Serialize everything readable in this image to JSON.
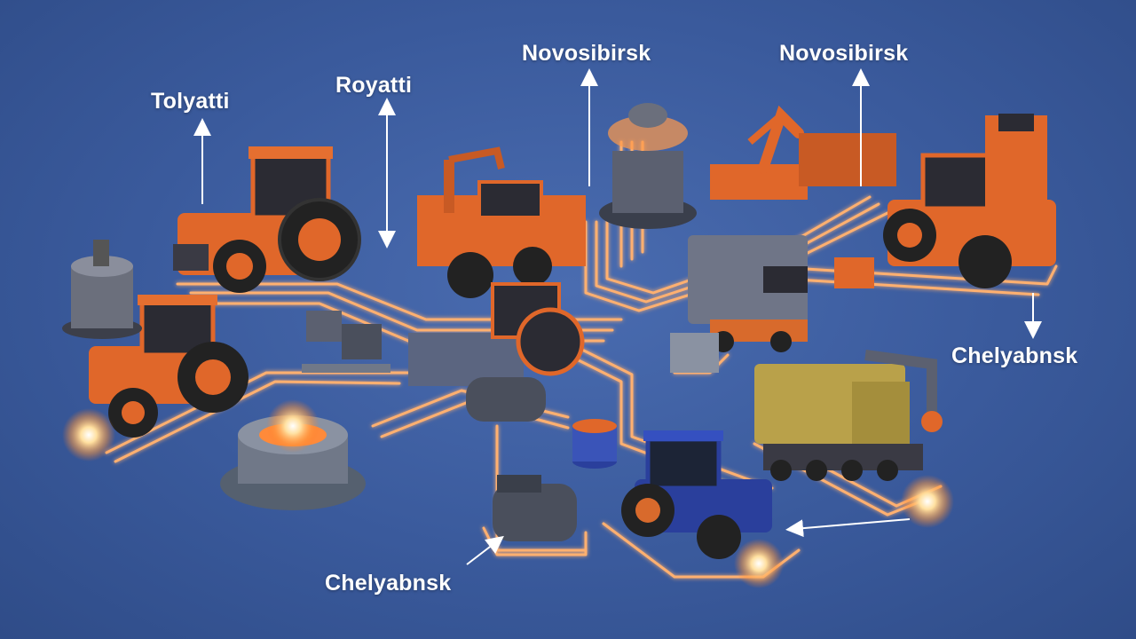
{
  "labels": {
    "tolyatti": "Tolyatti",
    "royatti": "Royatti",
    "novosibirsk_left": "Novosibirsk",
    "novosibirsk_right": "Novosibirsk",
    "chelyabnsk_right": "Chelyabnsk",
    "chelyabnsk_bottom": "Chelyabnsk"
  },
  "colors": {
    "background": "#3a5a9c",
    "machine_orange": "#e0672a",
    "circuit_glow": "#ffb070",
    "tractor_blue": "#2a3f9c",
    "locomotive_khaki": "#b9a14a",
    "truck_gray": "#6f7587"
  },
  "icons": [
    "tractor-icon",
    "excavator-icon",
    "furnace-icon",
    "truck-icon",
    "locomotive-icon",
    "robot-arm-icon",
    "spark-icon"
  ]
}
